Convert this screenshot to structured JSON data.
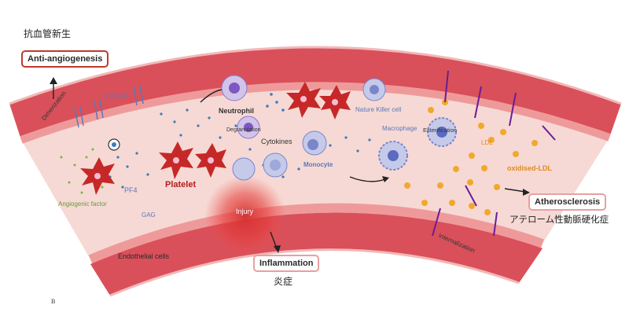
{
  "labels": {
    "anti_angiogenesis_jp": "抗血管新生",
    "anti_angiogenesis": "Anti-angiogenesis",
    "dimerization": "Dimerization",
    "vegfr": "VEGFR",
    "neutrophil": "Neutrophil",
    "degranulation": "Degranulation",
    "cytokines": "Cytokines",
    "nk_cell": "Nature Killer cell",
    "macrophage": "Macrophage",
    "esterification": "Esterification",
    "ldl": "LDL",
    "oxidised_ldl": "oxidised-LDL",
    "platelet": "Platelet",
    "pf4": "PF4",
    "monocyte": "Monocyte",
    "angiogenic_factor": "Angiogenic factor",
    "gag": "GAG",
    "injury": "Injury",
    "endothelial_cells": "Endothelial cells",
    "internalization": "internalization",
    "inflammation": "Inflammation",
    "inflammation_jp": "炎症",
    "atherosclerosis": "Atherosclerosis",
    "atherosclerosis_jp": "アテローム性動脈硬化症",
    "panel_letter": "B"
  },
  "colors": {
    "vessel_wall": "#d9505a",
    "vessel_inner": "#f6d9d4",
    "platelet": "#c62828",
    "dots_blue": "#3b7bbf",
    "ldl_orange": "#f1a82c"
  }
}
